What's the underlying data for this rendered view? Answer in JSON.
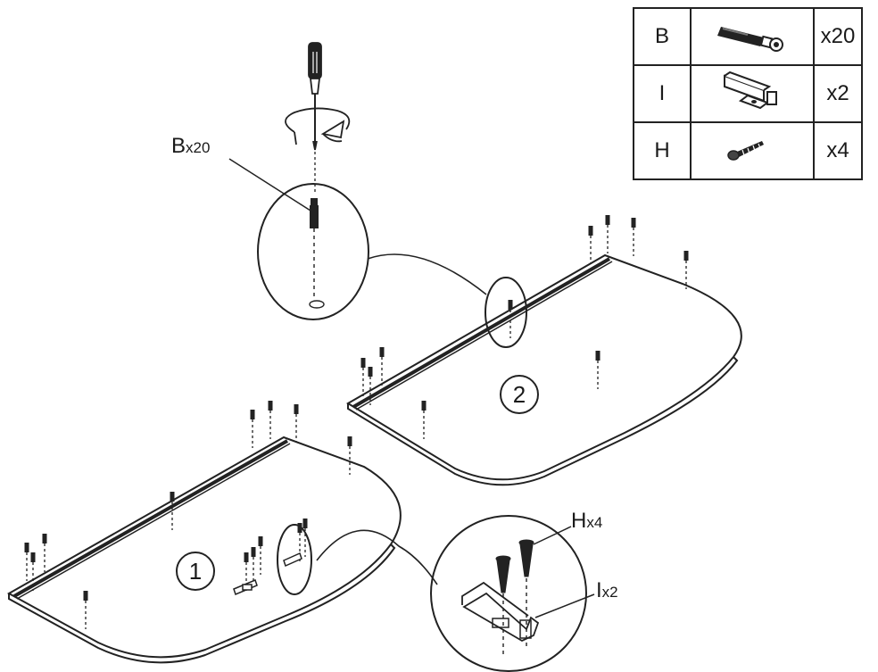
{
  "parts_table": {
    "rows": [
      {
        "letter": "B",
        "icon": "cam-bolt-icon",
        "qty": "x20"
      },
      {
        "letter": "I",
        "icon": "bracket-icon",
        "qty": "x2"
      },
      {
        "letter": "H",
        "icon": "screw-icon",
        "qty": "x4"
      }
    ]
  },
  "callouts": {
    "b": {
      "letter": "B",
      "qty": "x20"
    },
    "h": {
      "letter": "H",
      "qty": "x4"
    },
    "i": {
      "letter": "I",
      "qty": "x2"
    }
  },
  "steps": {
    "panel_1": "1",
    "panel_2": "2"
  },
  "icons": {
    "screwdriver": "screwdriver-icon",
    "rotation": "rotation-arrow-icon"
  }
}
